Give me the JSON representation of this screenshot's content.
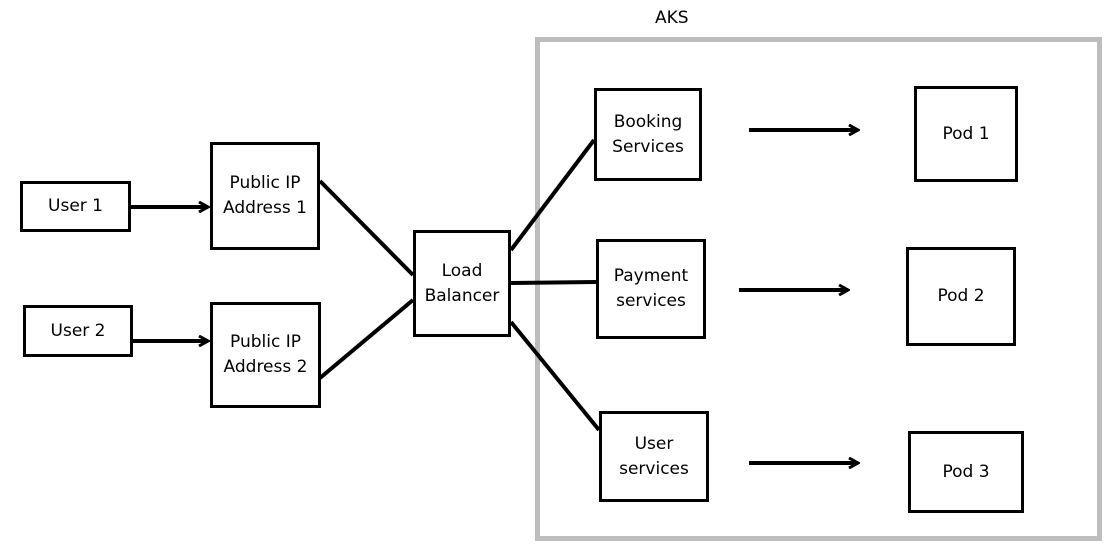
{
  "cluster": {
    "label": "AKS"
  },
  "users": [
    {
      "label": "User 1"
    },
    {
      "label": "User 2"
    }
  ],
  "public_ips": [
    {
      "label": "Public IP\nAddress 1"
    },
    {
      "label": "Public IP\nAddress 2"
    }
  ],
  "load_balancer": {
    "label": "Load\nBalancer"
  },
  "services": [
    {
      "label": "Booking\nServices"
    },
    {
      "label": "Payment\nservices"
    },
    {
      "label": "User\nservices"
    }
  ],
  "pods": [
    {
      "label": "Pod 1"
    },
    {
      "label": "Pod 2"
    },
    {
      "label": "Pod 3"
    }
  ]
}
